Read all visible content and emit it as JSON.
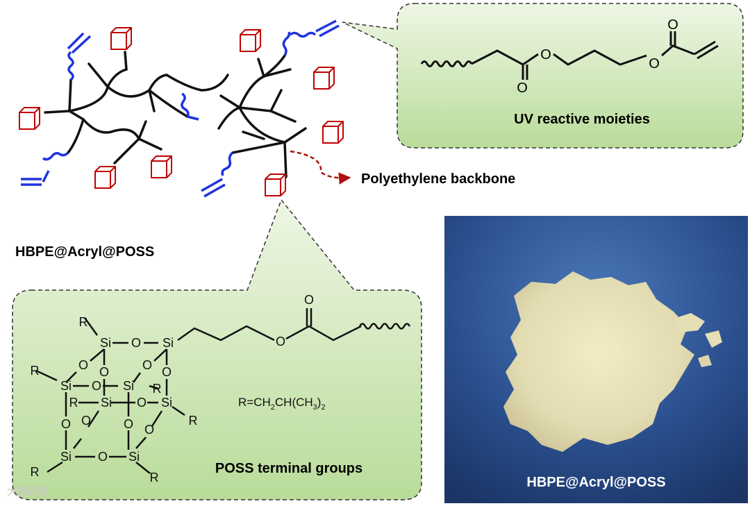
{
  "labels": {
    "top_molecule": "HBPE@Acryl@POSS",
    "backbone": "Polyethylene backbone",
    "uv_moieties": "UV reactive moieties",
    "poss_groups": "POSS terminal groups",
    "r_group_prefix": "R=CH",
    "r_group_sub1": "2",
    "r_group_mid": "CH(CH",
    "r_group_sub2": "3",
    "r_group_suffix": ")",
    "r_group_sub3": "2",
    "photo_caption": "HBPE@Acryl@POSS",
    "watermark": "大数跨境"
  },
  "atoms": {
    "oxygen": "O",
    "silicon": "Si",
    "r": "R"
  },
  "colors": {
    "callout_fill_top": "#eef6e4",
    "callout_fill_bottom": "#b9dc9a",
    "backbone_arrow": "#b01010",
    "poss_cube": "#c00000",
    "acryl_chain": "#1f33e0",
    "photo_bg": "#2a4f8e",
    "photo_sample": "#e3dcb2"
  }
}
